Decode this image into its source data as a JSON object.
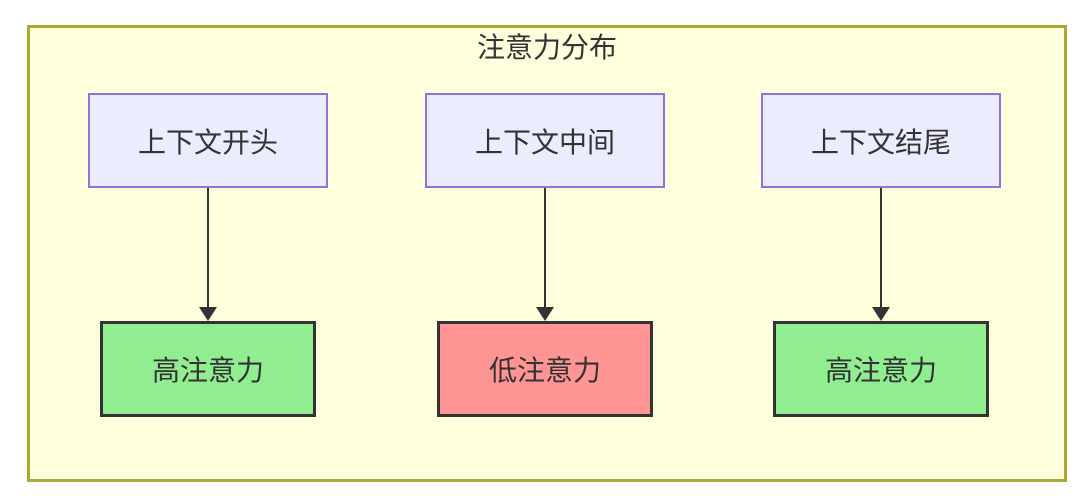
{
  "diagram": {
    "title": "注意力分布",
    "columns": [
      {
        "source": "上下文开头",
        "target": "高注意力",
        "attention_level": "high"
      },
      {
        "source": "上下文中间",
        "target": "低注意力",
        "attention_level": "low"
      },
      {
        "source": "上下文结尾",
        "target": "高注意力",
        "attention_level": "high"
      }
    ],
    "colors": {
      "frame_background": "#ffffde",
      "frame_border": "#aaaa33",
      "source_fill": "#ececff",
      "source_border": "#9370db",
      "high_attention_fill": "#90ee90",
      "low_attention_fill": "#ff9494",
      "target_border": "#333333",
      "arrow": "#333333",
      "text": "#333333"
    }
  }
}
